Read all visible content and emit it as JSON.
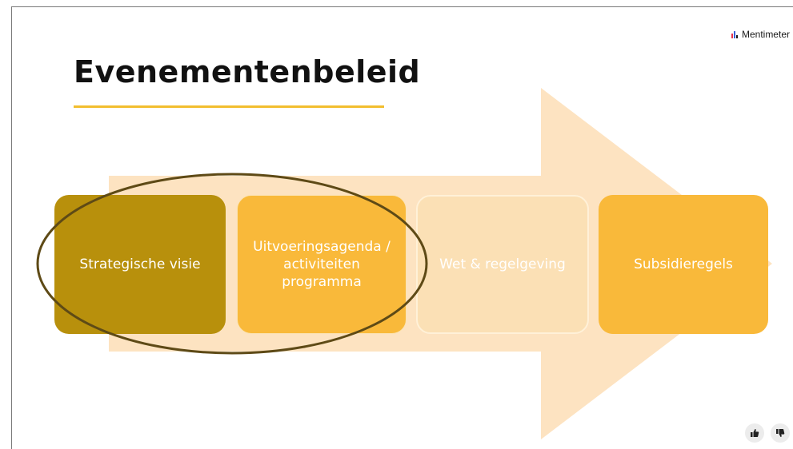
{
  "brand": {
    "name": "Mentimeter",
    "mark_colors": [
      "#e8344e",
      "#3a5fd9",
      "#1a1a1a"
    ]
  },
  "slide": {
    "title": "Evenementenbeleid",
    "accent_color": "#f2be2e",
    "arrow_color": "#fde3c1",
    "steps": [
      {
        "label": "Strategische visie",
        "color": "#b8900c"
      },
      {
        "label": "Uitvoeringsagenda / activiteiten programma",
        "color": "#f9b93a"
      },
      {
        "label": "Wet & regelgeving",
        "color": "#fbe0b5"
      },
      {
        "label": "Subsidieregels",
        "color": "#f9b93a"
      }
    ],
    "highlight_color": "#5e4a16"
  },
  "reactions": {
    "thumbs_up_icon": "thumbs-up-icon",
    "thumbs_down_icon": "thumbs-down-icon"
  }
}
